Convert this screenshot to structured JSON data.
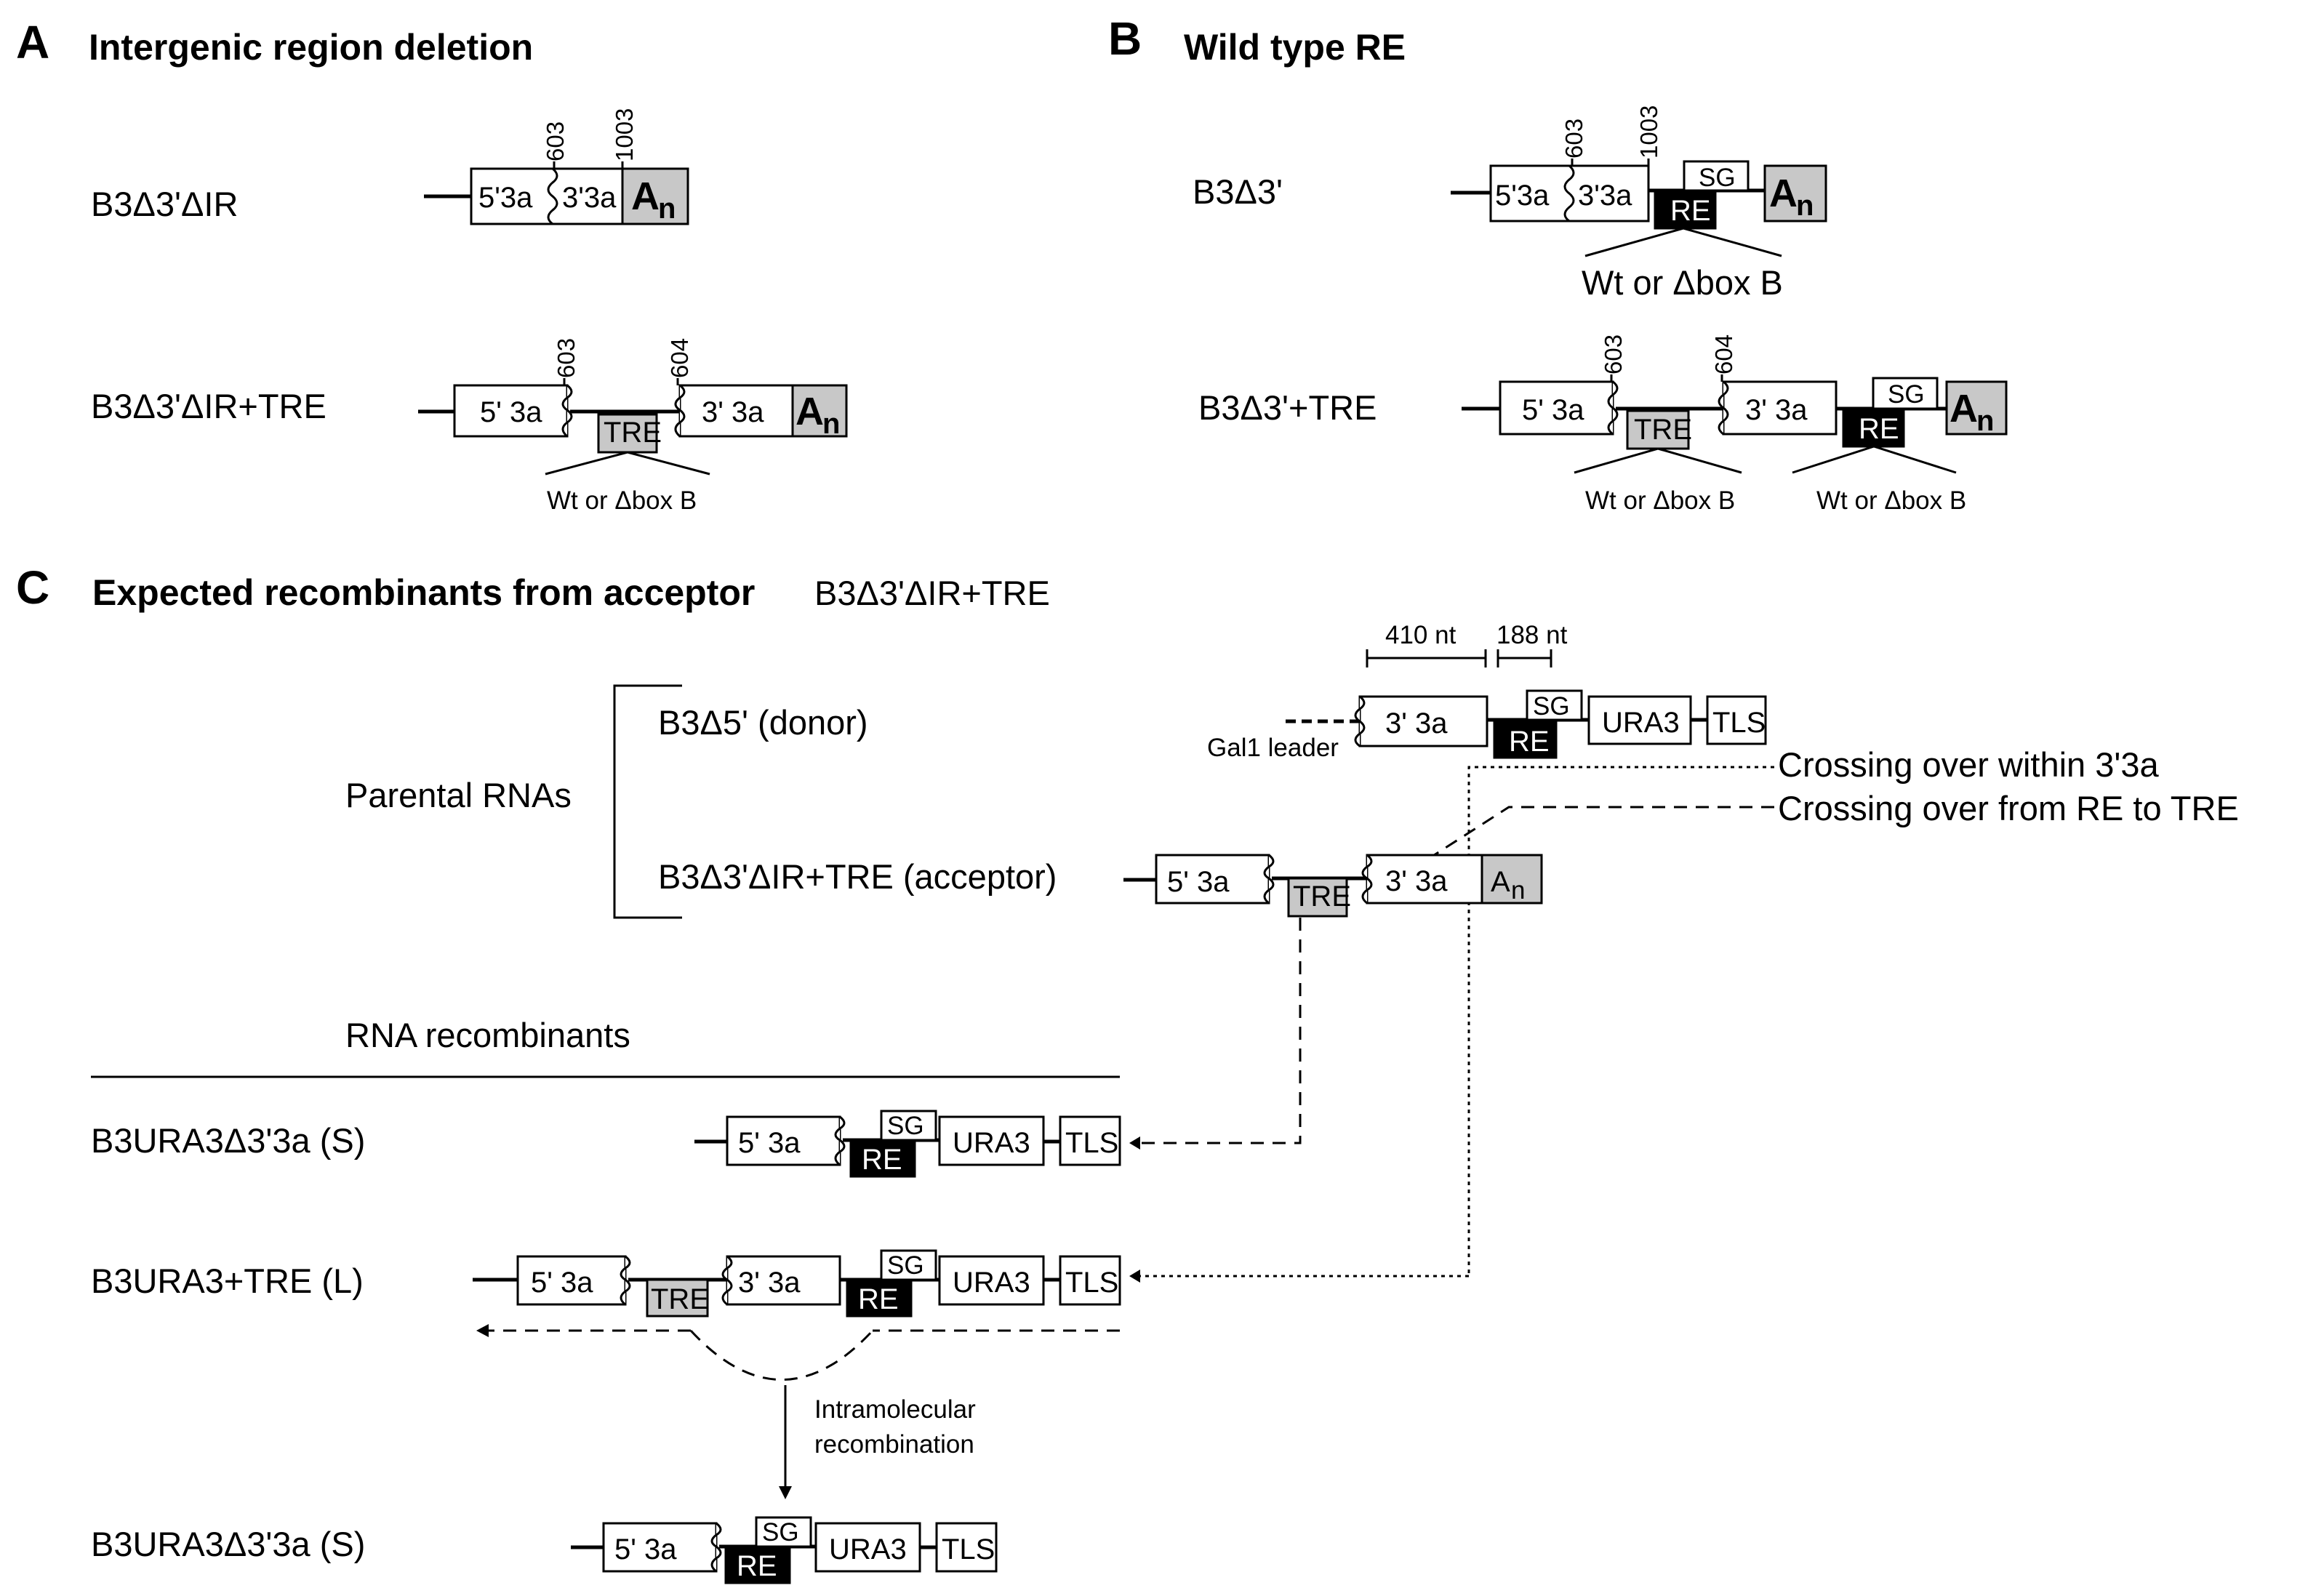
{
  "panels": {
    "a": {
      "letter": "A",
      "title": "Intergenic region deletion"
    },
    "b": {
      "letter": "B",
      "title": "Wild type RE"
    },
    "c": {
      "letter": "C",
      "title_bold": "Expected recombinants from acceptor",
      "title_rest": "B3Δ3'ΔIR+TRE"
    }
  },
  "constructs": {
    "a1": {
      "name": "B3Δ3'ΔIR",
      "seg1": "5'3a",
      "seg2": "3'3a",
      "pos1": "603",
      "pos2": "1003"
    },
    "a2": {
      "name": "B3Δ3'ΔIR+TRE",
      "seg1": "5' 3a",
      "seg2": "3' 3a",
      "tre": "TRE",
      "pos1": "603",
      "pos2": "604",
      "variant": "Wt or Δbox B"
    },
    "b1": {
      "name": "B3Δ3'",
      "seg1": "5'3a",
      "seg2": "3'3a",
      "re": "RE",
      "sg": "SG",
      "pos1": "603",
      "pos2": "1003",
      "variant": "Wt or Δbox B"
    },
    "b2": {
      "name": "B3Δ3'+TRE",
      "seg1": "5' 3a",
      "seg2": "3' 3a",
      "tre": "TRE",
      "re": "RE",
      "sg": "SG",
      "pos1": "603",
      "pos2": "604",
      "variant1": "Wt or Δbox B",
      "variant2": "Wt or Δbox B"
    }
  },
  "poly_a": {
    "main": "A",
    "sub": "n"
  },
  "parental": {
    "label": "Parental RNAs",
    "donor": "B3Δ5' (donor)",
    "acceptor": "B3Δ3'ΔIR+TRE (acceptor)",
    "len1": "410 nt",
    "len2": "188 nt",
    "gal1": "Gal1 leader",
    "seg_3": "3' 3a",
    "seg_5": "5' 3a",
    "sg": "SG",
    "re": "RE",
    "ura3": "URA3",
    "tls": "TLS",
    "tre": "TRE",
    "cross1": "Crossing over within 3'3a",
    "cross2": "Crossing over from RE to TRE"
  },
  "recombinants": {
    "header": "RNA recombinants",
    "r1": "B3URA3Δ3'3a (S)",
    "r2": "B3URA3+TRE (L)",
    "intra1": "Intramolecular",
    "intra2": "recombination",
    "r3": "B3URA3Δ3'3a (S)"
  }
}
